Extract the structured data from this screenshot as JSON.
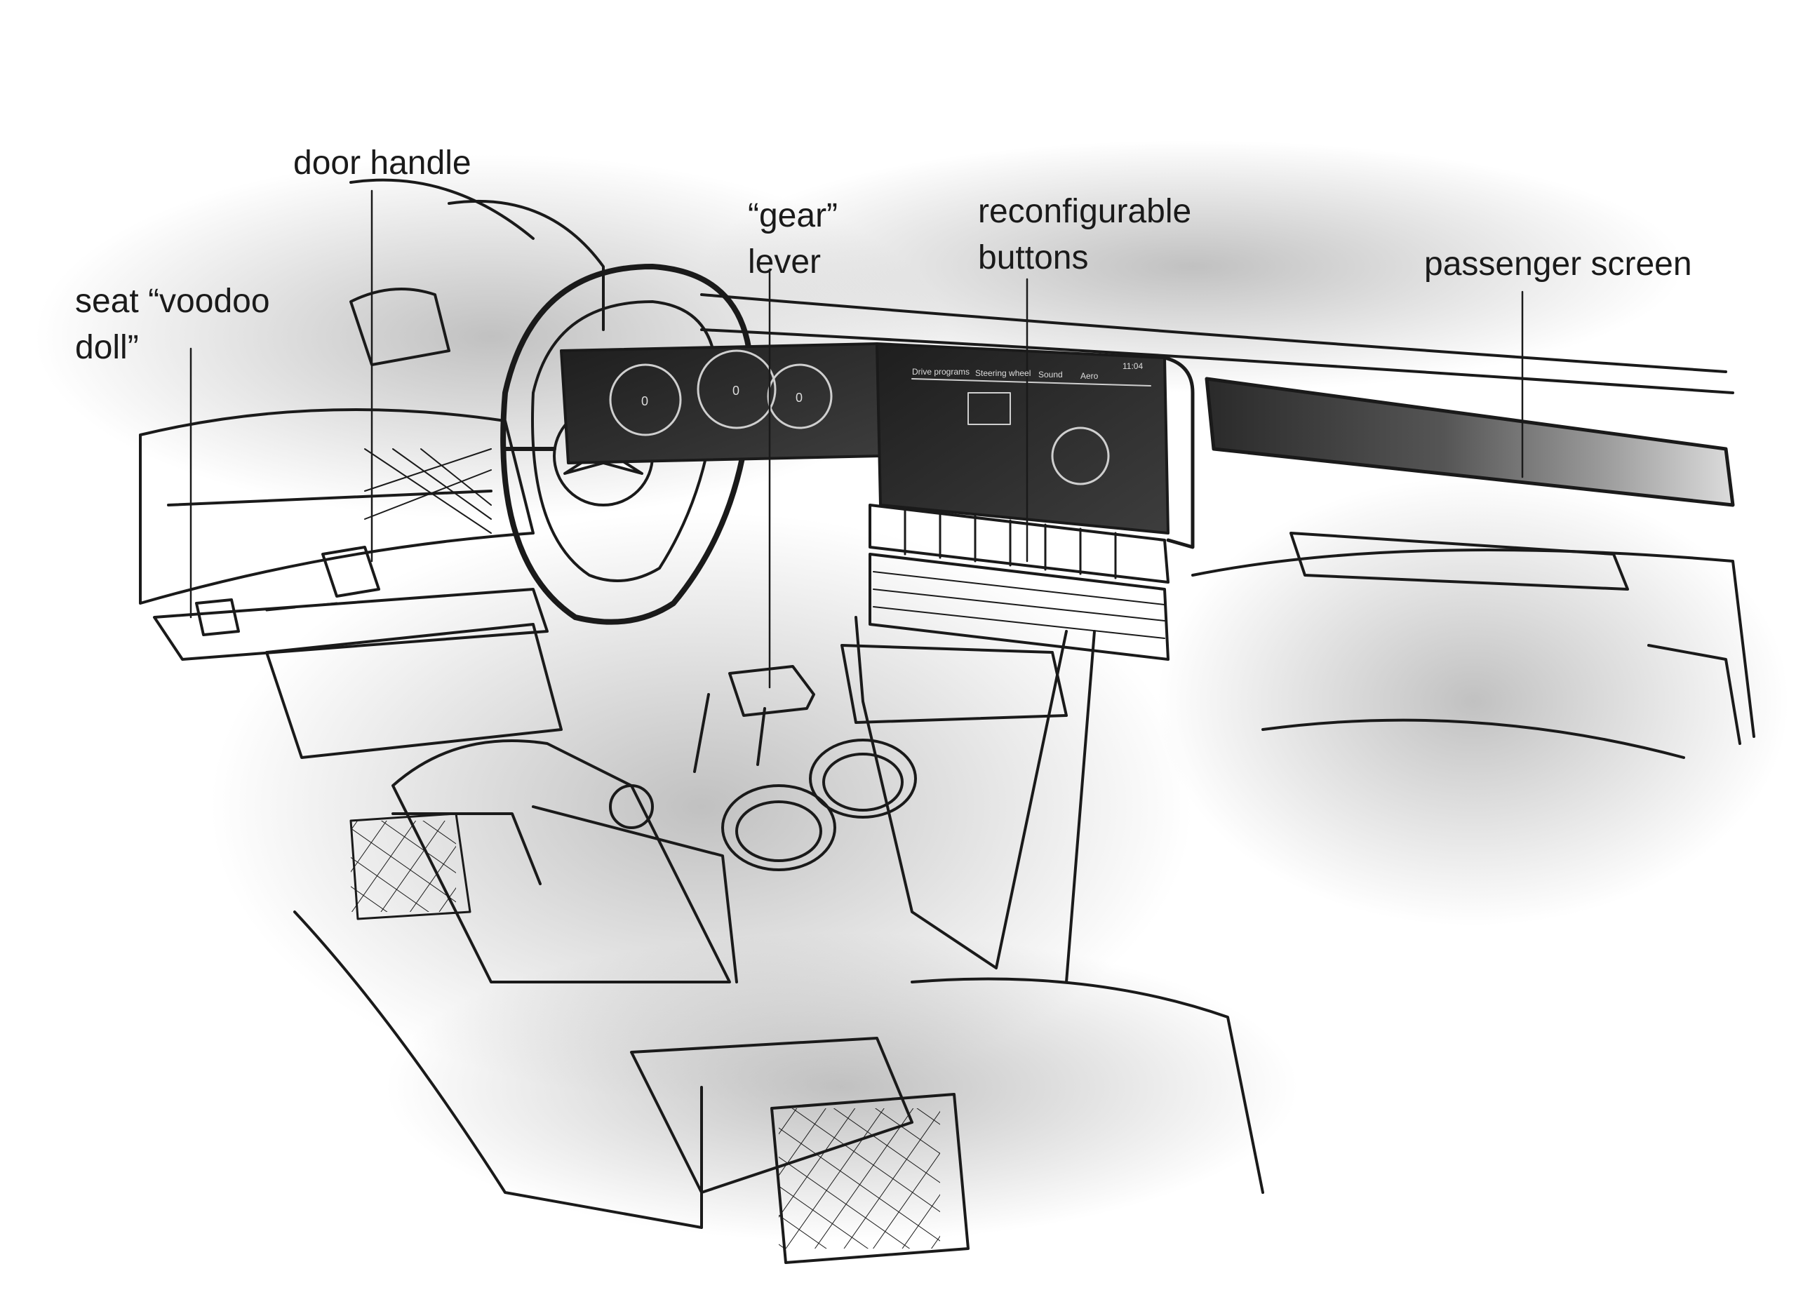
{
  "labels": {
    "seat_voodoo_doll": [
      "seat “voodoo",
      "doll”"
    ],
    "door_handle": [
      "door handle"
    ],
    "gear_lever": [
      "“gear”",
      "lever"
    ],
    "reconfigurable_buttons": [
      "reconfigurable",
      "buttons"
    ],
    "passenger_screen": [
      "passenger screen"
    ]
  },
  "driver_screen": {
    "tabs": [
      "Drive programs",
      "Steering wheel",
      "Sound",
      "Aero"
    ],
    "clock": "11:04",
    "gauges": [
      "0",
      "0",
      "0"
    ]
  },
  "colors": {
    "ink": "#1a1a1a",
    "screen_dark": "#2b2b2b",
    "shade": "#9a9a9a"
  }
}
